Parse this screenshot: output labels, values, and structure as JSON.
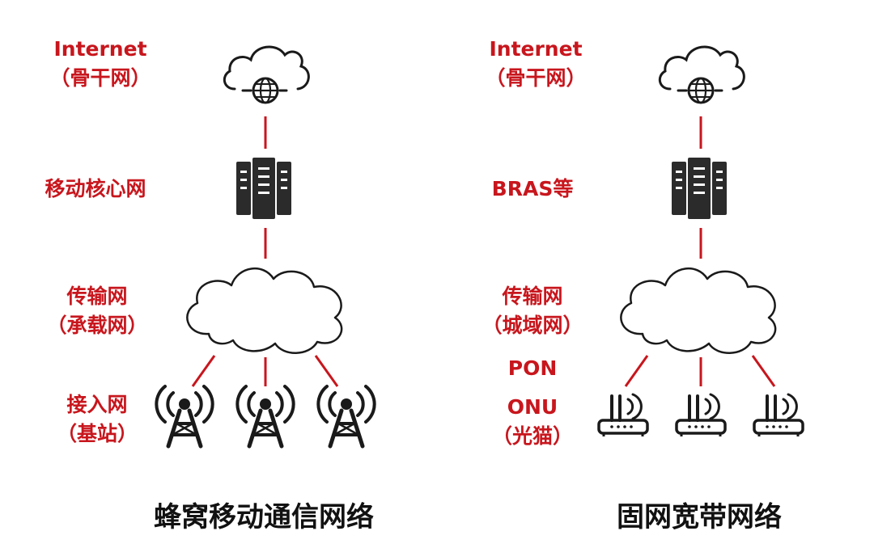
{
  "accent_color": "#c8161d",
  "left": {
    "internet": [
      "Internet",
      "（骨干网）"
    ],
    "core": "移动核心网",
    "transport": [
      "传输网",
      "（承载网）"
    ],
    "access": [
      "接入网",
      "（基站）"
    ],
    "caption": "蜂窝移动通信网络",
    "icons": [
      "cloud-globe-icon",
      "server-rack-icon",
      "cloud-icon",
      "cell-tower-icon"
    ]
  },
  "right": {
    "internet": [
      "Internet",
      "（骨干网）"
    ],
    "core": "BRAS等",
    "transport": [
      "传输网",
      "（城域网）"
    ],
    "pon": "PON",
    "onu": [
      "ONU",
      "（光猫）"
    ],
    "caption": "固网宽带网络",
    "icons": [
      "cloud-globe-icon",
      "server-rack-icon",
      "cloud-icon",
      "router-icon"
    ]
  }
}
